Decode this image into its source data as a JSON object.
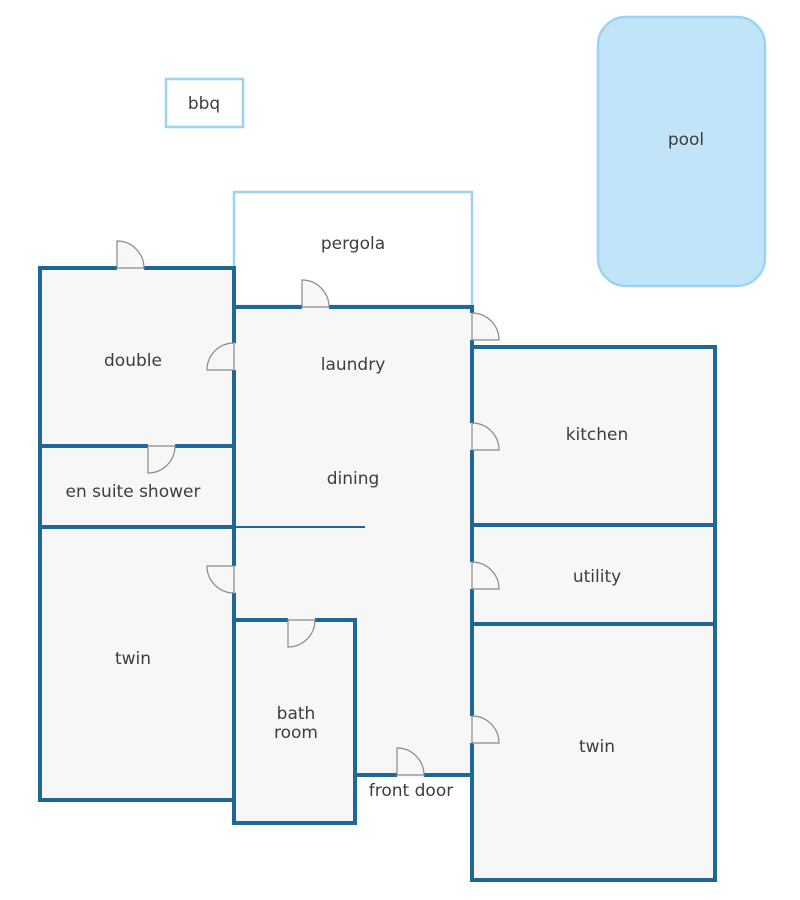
{
  "labels": {
    "bbq": "bbq",
    "pool": "pool",
    "pergola": "pergola",
    "double": "double",
    "laundry": "laundry",
    "dining": "dining",
    "en_suite": "en suite shower",
    "kitchen": "kitchen",
    "utility": "utility",
    "twin_left": "twin",
    "bath_line1": "bath",
    "bath_line2": "room",
    "front_door": "front door",
    "twin_right": "twin"
  },
  "colors": {
    "wall": "#1e6796",
    "outdoor_outline": "#9dd3ef",
    "pool_fill": "#c2e4f8",
    "floor": "#f7f7f7",
    "text": "#3d3d3d"
  }
}
